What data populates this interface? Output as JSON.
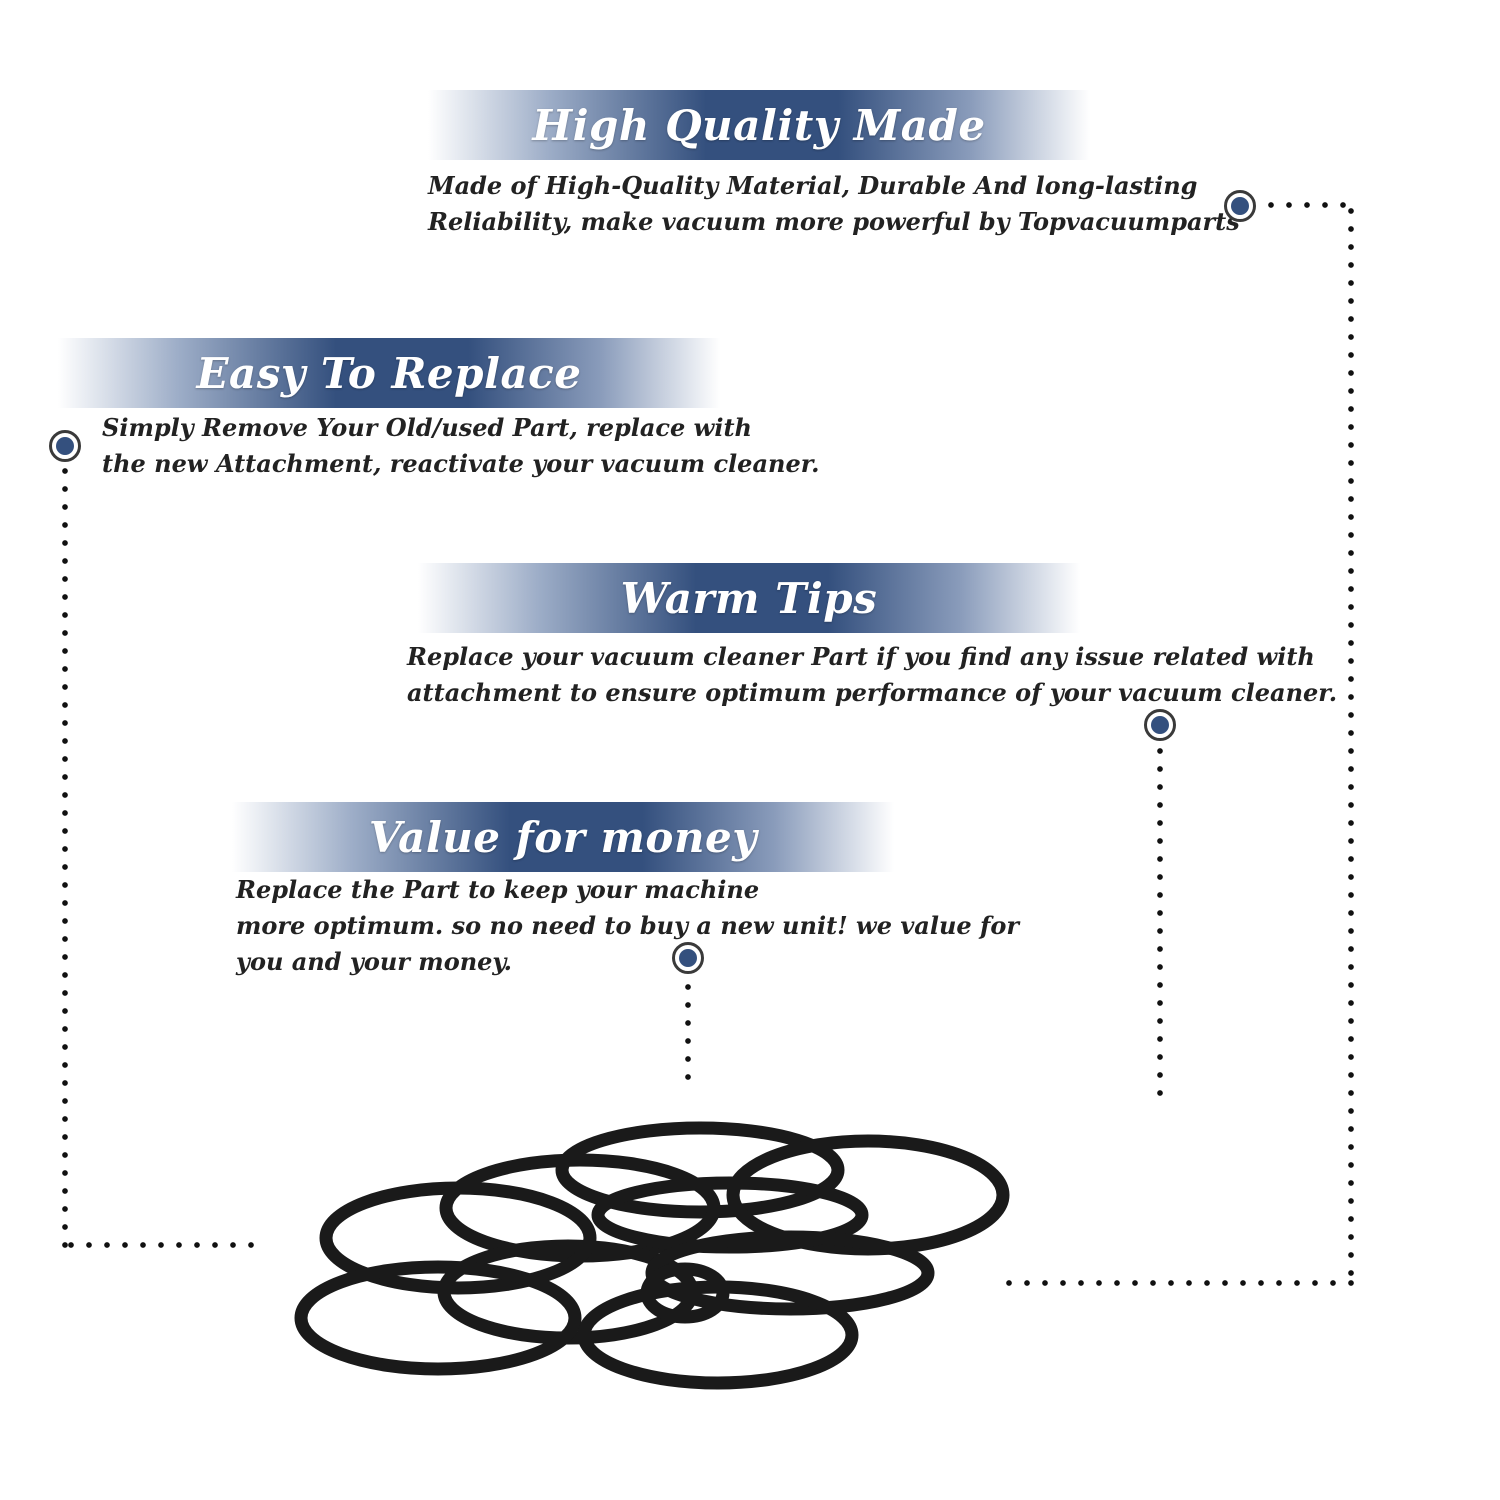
{
  "sections": [
    {
      "title": "High Quality Made",
      "description": "Made of  High-Quality Material, Durable And long-lasting\nReliability, make vacuum more powerful by Topvacuumparts"
    },
    {
      "title": "Easy To Replace",
      "description": "Simply Remove Your Old/used Part, replace with\nthe new Attachment, reactivate your vacuum cleaner."
    },
    {
      "title": "Warm Tips",
      "description": "Replace your vacuum cleaner Part if you find any issue related with\n attachment to ensure optimum performance of your vacuum cleaner."
    },
    {
      "title": "Value for money",
      "description": "Replace the Part to keep your machine\nmore optimum. so no need to buy a new unit! we value for\nyou and your money."
    }
  ],
  "colors": {
    "banner_accent": "#34507e",
    "marker_fill": "#34507e",
    "rings": "#1a1a1a"
  },
  "product": {
    "item": "black rubber o-rings",
    "ring_count": 10
  }
}
